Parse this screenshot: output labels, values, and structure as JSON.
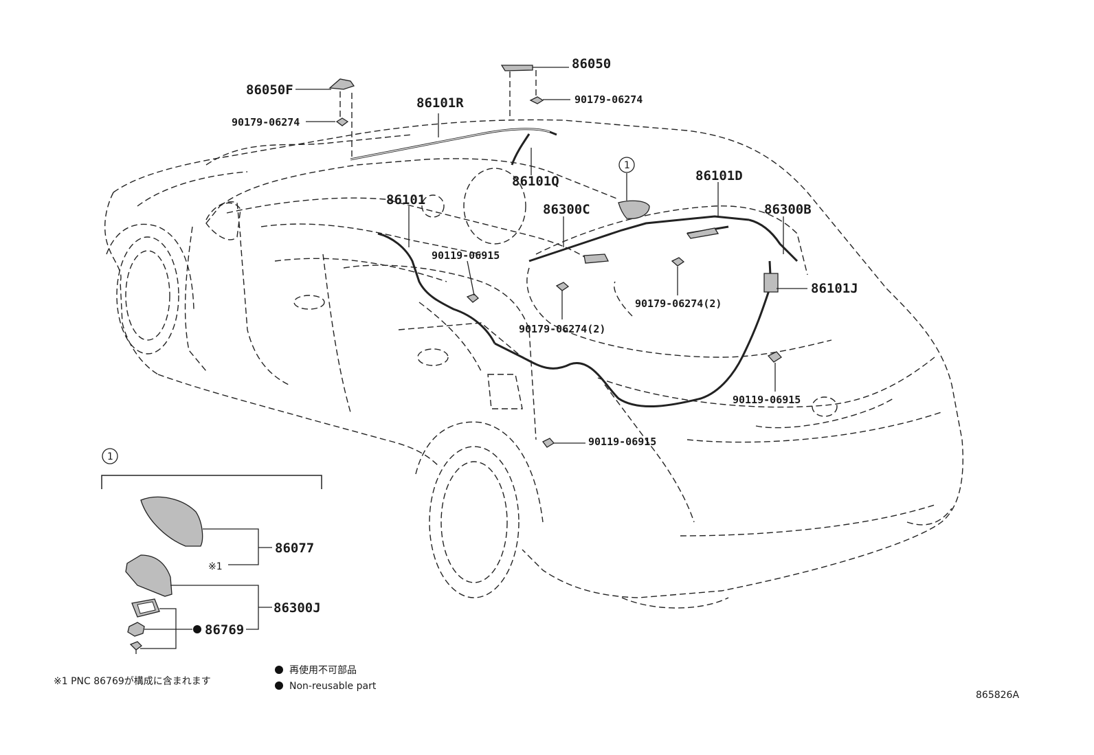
{
  "labels": {
    "p86050F": "86050F",
    "p86050": "86050",
    "p90179_top_left": "90179-06274",
    "p90179_top_right": "90179-06274",
    "p86101R": "86101R",
    "p86101Q": "86101Q",
    "p86101": "86101",
    "p86101D": "86101D",
    "p86300C": "86300C",
    "p86300B": "86300B",
    "p90119_center": "90119-06915",
    "p86101J": "86101J",
    "p90179_mid_right": "90179-06274(2)",
    "p90179_mid_center": "90179-06274(2)",
    "p90119_right": "90119-06915",
    "p90119_bottom": "90119-06915",
    "p86077": "86077",
    "p86300J": "86300J",
    "p86769": "86769",
    "ref1_main": "1",
    "ref1_inset": "1",
    "asterisk_ref": "※1"
  },
  "legend": {
    "note1": "※1 PNC 86769が構成に含まれます",
    "nonreusable_jp": "再使用不可部品",
    "nonreusable_en": "Non-reusable part"
  },
  "diagram_id": "865826A"
}
